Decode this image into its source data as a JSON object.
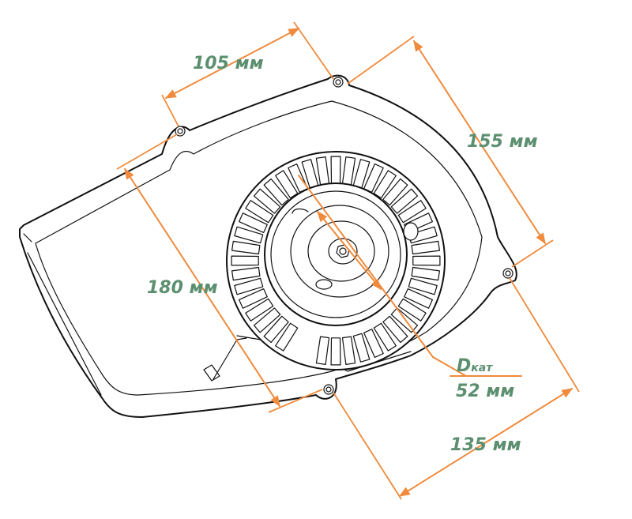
{
  "dimensions": {
    "top_width": "105 мм",
    "right_upper": "155 мм",
    "left_height": "180 мм",
    "bottom_right": "135 мм",
    "ratchet_label_main": "D",
    "ratchet_label_sub": "кат",
    "ratchet_value": "52 мм"
  },
  "colors": {
    "dimension_line": "#f08a3c",
    "label_text": "#5b8f6f",
    "outline": "#111111"
  }
}
